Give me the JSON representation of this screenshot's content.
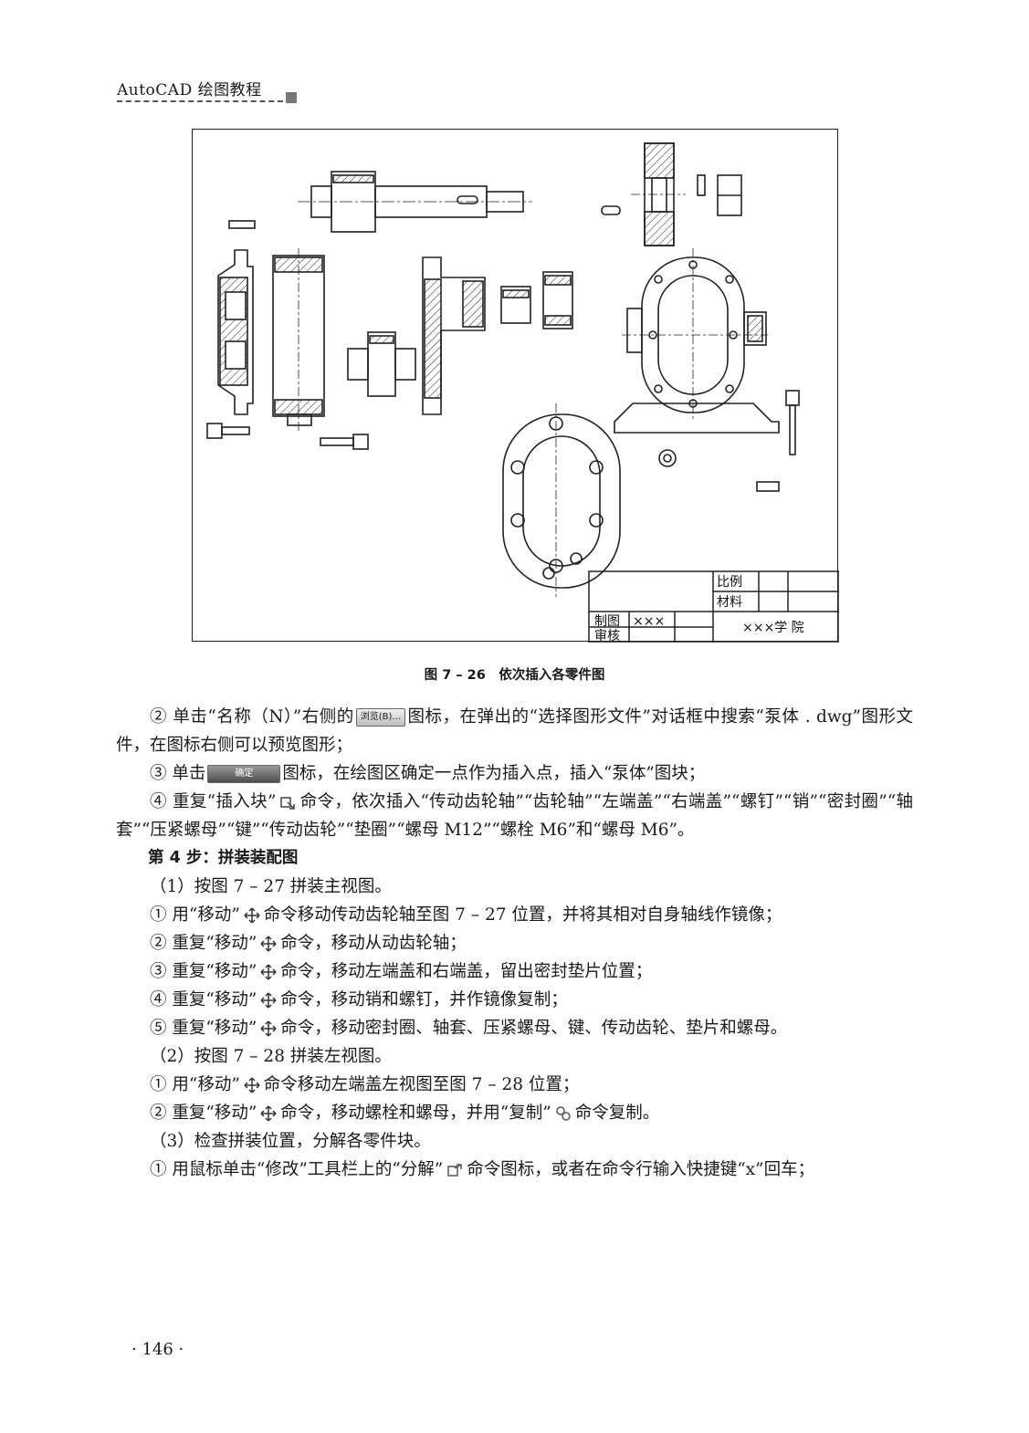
{
  "header": {
    "title": "AutoCAD 绘图教程"
  },
  "figure": {
    "caption": "图 7 – 26　依次插入各零件图",
    "title_block": {
      "scale_label": "比例",
      "material_label": "材料",
      "drawn_label": "制图",
      "drawn_value": "×××",
      "checked_label": "审核",
      "school": "×××学 院"
    }
  },
  "paragraphs": {
    "p1_a": "② 单击“名称（N）”右侧的",
    "browse_button": "浏览(B)...",
    "p1_b": "图标，在弹出的“选择图形文件”对话框中搜索“泵体 . dwg”图形文件，在图标右侧可以预览图形；",
    "p2_a": "③ 单击",
    "ok_button": "确定",
    "p2_b": "图标，在绘图区确定一点作为插入点，插入“泵体”图块；",
    "p3_a": "④ 重复“插入块”",
    "p3_b": "命令，依次插入“传动齿轮轴”“齿轮轴”“左端盖”“右端盖”“螺钉”“销”“密封圈”“轴套”“压紧螺母”“键”“传动齿轮”“垫圈”“螺母 M12”“螺栓 M6”和“螺母 M6”。",
    "step4": "第 4 步：拼装装配图",
    "s1": "（1）按图 7 – 27 拼装主视图。",
    "s1_1a": "① 用“移动”",
    "s1_1b": "命令移动传动齿轮轴至图 7 – 27 位置，并将其相对自身轴线作镜像；",
    "s1_2a": "② 重复“移动”",
    "s1_2b": "命令，移动从动齿轮轴；",
    "s1_3a": "③ 重复“移动”",
    "s1_3b": "命令，移动左端盖和右端盖，留出密封垫片位置；",
    "s1_4a": "④ 重复“移动”",
    "s1_4b": "命令，移动销和螺钉，并作镜像复制；",
    "s1_5a": "⑤ 重复“移动”",
    "s1_5b": "命令，移动密封圈、轴套、压紧螺母、键、传动齿轮、垫片和螺母。",
    "s2": "（2）按图 7 – 28 拼装左视图。",
    "s2_1a": "① 用“移动”",
    "s2_1b": "命令移动左端盖左视图至图 7 – 28 位置；",
    "s2_2a": "② 重复“移动”",
    "s2_2b": "命令，移动螺栓和螺母，并用“复制”",
    "s2_2c": "命令复制。",
    "s3": "（3）检查拼装位置，分解各零件块。",
    "s3_1a": "① 用鼠标单击“修改”工具栏上的“分解”",
    "s3_1b": "命令图标，或者在命令行输入快捷键“x”回车；"
  },
  "page_number": "· 146 ·"
}
